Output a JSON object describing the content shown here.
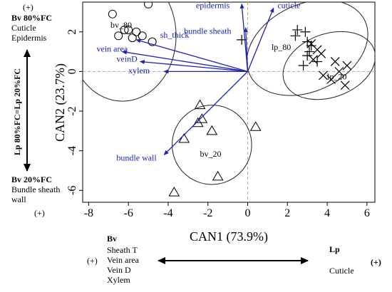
{
  "chart_data": {
    "type": "scatter",
    "xlabel": "CAN1 (73.9%)",
    "ylabel": "CAN2 (23.7%)",
    "xlim": [
      -8.3,
      6.4
    ],
    "ylim": [
      -6.6,
      3.5
    ],
    "xticks": [
      -8,
      -6,
      -4,
      -2,
      0,
      2,
      4,
      6
    ],
    "yticks": [
      -6,
      -4,
      -2,
      0,
      2
    ],
    "reference_lines": {
      "x": 0,
      "y": 0,
      "style": "dashed"
    },
    "series": [
      {
        "marker": "circle",
        "x": [
          -6.8,
          -5.0,
          -6.2,
          -6.0,
          -5.6,
          -5.8,
          -5.3,
          -4.8,
          -6.5
        ],
        "y": [
          2.9,
          3.4,
          2.1,
          2.1,
          2.0,
          1.7,
          1.8,
          1.5,
          1.8
        ]
      },
      {
        "marker": "triangle",
        "x": [
          -2.4,
          -2.3,
          -2.5,
          -1.8,
          -3.2,
          -1.5,
          0.4,
          -3.7
        ],
        "y": [
          -1.7,
          -2.4,
          -2.6,
          -3.0,
          -3.4,
          -5.3,
          -2.8,
          -6.1
        ]
      },
      {
        "marker": "plus",
        "x": [
          2.5,
          2.9,
          2.4,
          3.0,
          3.2,
          3.1,
          3.0,
          3.5,
          2.8,
          -0.3
        ],
        "y": [
          2.1,
          2.0,
          1.8,
          1.5,
          1.3,
          1.0,
          0.8,
          0.5,
          0.3,
          1.6
        ]
      },
      {
        "marker": "x",
        "x": [
          3.2,
          3.5,
          3.7,
          4.4,
          5.0,
          4.6,
          3.8,
          4.2,
          4.9,
          3.3
        ],
        "y": [
          1.4,
          1.1,
          0.9,
          0.5,
          0.3,
          0.0,
          -0.2,
          -0.4,
          -0.7,
          0.6
        ]
      }
    ],
    "group_labels": [
      {
        "text": "bv_80",
        "x": -6.9,
        "y": 2.2
      },
      {
        "text": "bv_20",
        "x": -2.4,
        "y": -4.3
      },
      {
        "text": "lp_80",
        "x": 1.2,
        "y": 1.1
      },
      {
        "text": "lp_20",
        "x": 4.0,
        "y": -0.4
      }
    ],
    "ellipses": [
      {
        "cx": -6.3,
        "cy": 1.8,
        "rx": 2.7,
        "ry": 3.3,
        "angle": 0
      },
      {
        "cx": -1.8,
        "cy": -3.7,
        "rx": 2.0,
        "ry": 2.0,
        "angle": 0
      },
      {
        "cx": 3.0,
        "cy": 1.2,
        "rx": 3.2,
        "ry": 2.2,
        "angle": -25
      },
      {
        "cx": 4.1,
        "cy": 0.3,
        "rx": 2.4,
        "ry": 1.6,
        "angle": -20
      }
    ],
    "loadings": [
      {
        "label": "epidermis",
        "x": -0.3,
        "y": 3.4,
        "lx": -2.6,
        "ly": 3.2
      },
      {
        "label": "cuticle",
        "x": 1.3,
        "y": 3.2,
        "lx": 1.5,
        "ly": 3.2
      },
      {
        "label": "bundle sheath",
        "x": -0.1,
        "y": 2.2,
        "lx": -3.2,
        "ly": 1.9
      },
      {
        "label": "sh_thick",
        "x": -5.6,
        "y": 1.6,
        "lx": -4.4,
        "ly": 1.7
      },
      {
        "label": "vein area",
        "x": -6.3,
        "y": 1.0,
        "lx": -7.6,
        "ly": 1.0
      },
      {
        "label": "veinD",
        "x": -5.4,
        "y": 0.5,
        "lx": -6.6,
        "ly": 0.5
      },
      {
        "label": "xylem",
        "x": -4.2,
        "y": 0.0,
        "lx": -6.0,
        "ly": -0.1
      },
      {
        "label": "bundle wall",
        "x": -4.2,
        "y": -4.2,
        "lx": -6.6,
        "ly": -4.5
      }
    ]
  },
  "annotations": {
    "top_left": {
      "plus": "(+)",
      "head": "Bv 80%FC",
      "lines": [
        "Cuticle",
        "Epidermis"
      ]
    },
    "left_axis_label": "Lp 80%FC=Lp 20%FC",
    "bottom_left": {
      "head": "Bv 20%FC",
      "lines": [
        "Bundle sheath",
        "wall"
      ],
      "plus": "(+)"
    },
    "bottom_bv": {
      "plus": "(+)",
      "head": "Bv",
      "lines": [
        "Sheath T",
        "Vein area",
        "Vein D",
        "Xylem"
      ]
    },
    "bottom_lp": {
      "head": "Lp",
      "line": "Cuticle",
      "plus": "(+)"
    }
  },
  "colors": {
    "loading": "#1e22b4",
    "axis": "#000000",
    "refline": "#aaaaaa"
  }
}
